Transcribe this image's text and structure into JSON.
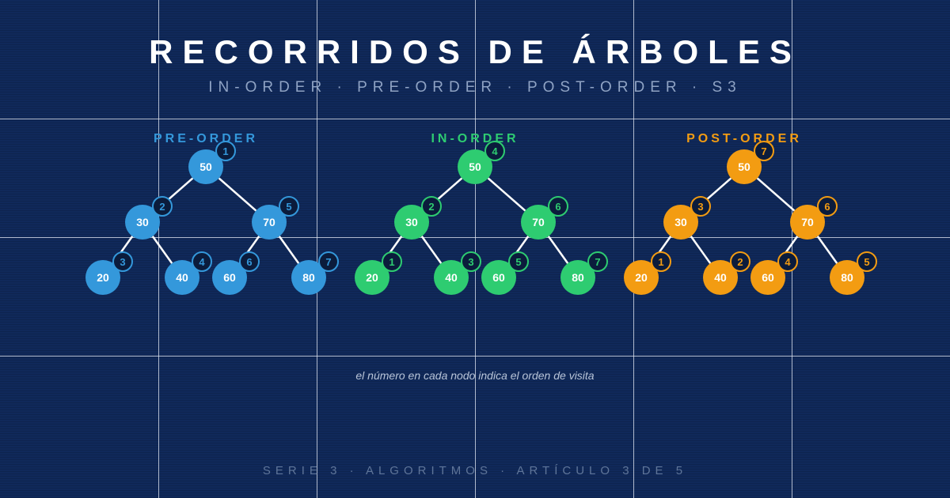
{
  "title": "RECORRIDOS DE ÁRBOLES",
  "subtitle": "IN-ORDER · PRE-ORDER · POST-ORDER · S3",
  "note": "el número en cada nodo indica el orden de visita",
  "footer": "SERIE 3 · ALGORITMOS · ARTÍCULO 3 DE 5",
  "tree_values": [
    50,
    30,
    70,
    20,
    40,
    60,
    80
  ],
  "edges": [
    [
      0,
      1
    ],
    [
      0,
      2
    ],
    [
      1,
      3
    ],
    [
      1,
      4
    ],
    [
      2,
      5
    ],
    [
      2,
      6
    ]
  ],
  "trees": [
    {
      "label": "PRE-ORDER",
      "color": "#3498db",
      "order": [
        1,
        2,
        5,
        3,
        4,
        6,
        7
      ]
    },
    {
      "label": "IN-ORDER",
      "color": "#2ecc71",
      "order": [
        4,
        2,
        6,
        1,
        3,
        5,
        7
      ]
    },
    {
      "label": "POST-ORDER",
      "color": "#f39c12",
      "order": [
        7,
        3,
        6,
        1,
        2,
        4,
        5
      ]
    }
  ]
}
